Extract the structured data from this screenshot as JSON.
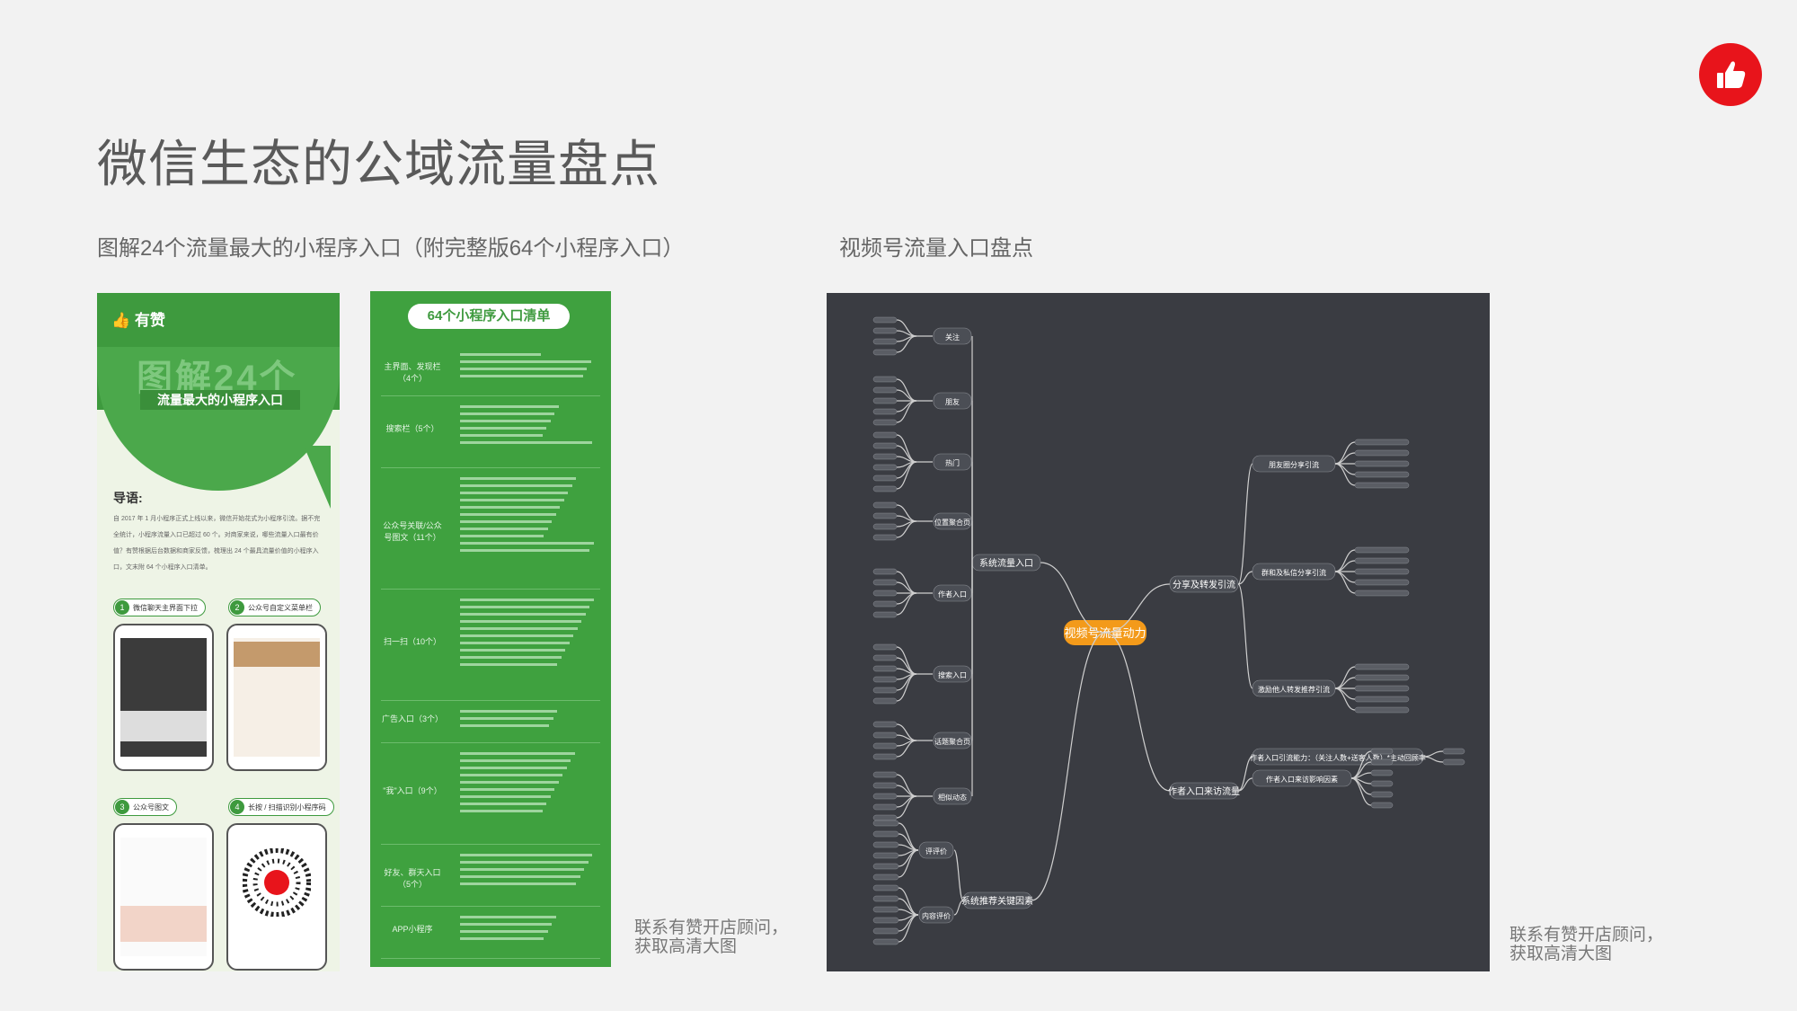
{
  "page": {
    "title": "微信生态的公域流量盘点",
    "left_subtitle": "图解24个流量最大的小程序入口（附完整版64个小程序入口）",
    "right_subtitle": "视频号流量入口盘点",
    "caption_left": "联系有赞开店顾问，获取高清大图",
    "caption_right": "联系有赞开店顾问，获取高清大图",
    "logo": "thumbs-up-icon",
    "accent_color": "#e8141b"
  },
  "poster1": {
    "brand": "有赞",
    "big_title": "图解24个",
    "band_title": "流量最大的小程序入口",
    "lead": "导语:",
    "intro": "自 2017 年 1 月小程序正式上线以来，微信开始花式为小程序引流。据不完全统计，小程序流量入口已超过 60 个。对商家来说，哪些流量入口最有价值？有赞根据后台数据和商家反馈，梳理出 24 个最具流量价值的小程序入口，文末附 64 个小程序入口清单。",
    "steps": [
      {
        "n": "1",
        "label": "微信聊天主界面下拉"
      },
      {
        "n": "2",
        "label": "公众号自定义菜单栏"
      },
      {
        "n": "3",
        "label": "公众号图文"
      },
      {
        "n": "4",
        "label": "长按 / 扫描识别小程序码"
      }
    ],
    "color": "#3e9a3e"
  },
  "poster2": {
    "header": "64个小程序入口清单",
    "rows": [
      {
        "key": "主界面、发现栏（4个）",
        "lines": 4
      },
      {
        "key": "搜索栏（5个）",
        "lines": 6
      },
      {
        "key": "公众号关联/公众号图文（11个）",
        "lines": 11
      },
      {
        "key": "扫一扫（10个）",
        "lines": 10
      },
      {
        "key": "广告入口（3个）",
        "lines": 3
      },
      {
        "key": "\"我\"入口（9个）",
        "lines": 9
      },
      {
        "key": "好友、群天入口（5个）",
        "lines": 5
      },
      {
        "key": "APP小程序",
        "lines": 4
      }
    ]
  },
  "mindmap": {
    "center": "视频号流量动力",
    "left_branches": [
      "系统流量入口",
      "系统推荐关键因素"
    ],
    "right_branches": [
      "分享及转发引流",
      "作者入口来访流量"
    ],
    "left_subs": [
      "关注",
      "朋友",
      "热门",
      "位置聚合页",
      "作者入口",
      "搜索入口",
      "话题聚合页",
      "相似动态"
    ],
    "left_subs2": [
      "评评价",
      "内容评价"
    ],
    "right_subs": [
      "朋友圈分享引流",
      "群和及私信分享引流",
      "激励他人转发推荐引流"
    ],
    "right_subs2": [
      "作者入口引流能力：（关注人数+送客人数）*主动回顾率",
      "作者入口来访影响因素"
    ],
    "center_color": "#f39a1a"
  }
}
